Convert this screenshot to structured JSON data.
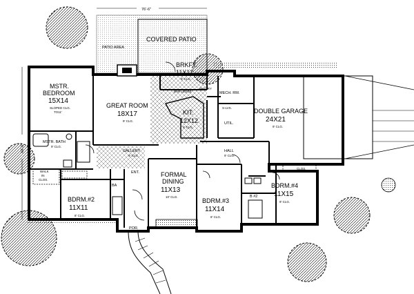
{
  "dimensions": {
    "width_label": "76'-6\"",
    "depth_label": "44'-0\""
  },
  "rooms": {
    "patio_area": "PATIO AREA",
    "covered_patio": "COVERED PATIO",
    "brkfst_name": "BRKFT.",
    "brkfst_size": "11X11",
    "brkfst_clg": "8' CLG.",
    "mstr_bed_name1": "MSTR.",
    "mstr_bed_name2": "BEDROOM",
    "mstr_bed_size": "15X14",
    "mstr_bed_clg1": "SLOPED CLG.",
    "mstr_bed_clg2": "TO11'",
    "great_room_name": "GREAT ROOM",
    "great_room_size": "18X17",
    "great_room_clg": "9' CLG.",
    "kit_name": "KIT.",
    "kit_size": "12X12",
    "kit_clg": "9' CLG.",
    "pantry": "PANTRY",
    "bar_ledge": "BAR LEDGE",
    "mech_rm": "MECH. RM.",
    "shlvs": "S-LVS.",
    "util": "UTIL.",
    "garage_name": "DOUBLE GARAGE",
    "garage_size": "24X21",
    "garage_clg": "9' CLG.",
    "mstr_bath_name": "MSTR. BATH",
    "mstr_bath_clg": "9' CLG.",
    "walkin_1": "WALK",
    "walkin_2": "IN",
    "walkin_clos": "CLOS.",
    "gallery_name": "GALLERY",
    "gallery_clg": "9' CLG.",
    "hall_name": "HALL",
    "hall_clg": "9' CLG.",
    "ent": "ENT.",
    "formal_name1": "FORMAL",
    "formal_name2": "DINING",
    "formal_size": "11X13",
    "formal_clg": "10' CLG.",
    "bdrm2_name": "BDRM.#2",
    "bdrm2_size": "11X11",
    "bdrm2_clg": "8' CLG.",
    "bdrm3_name": "BDRM.#3",
    "bdrm3_size": "11X14",
    "bdrm3_clg": "8' CLG.",
    "bdrm4_name": "BDRM.#4",
    "bdrm4_size": "11X15",
    "bdrm4_clg": "9' CLG.",
    "bath2": "B #2",
    "bath": "BA",
    "por": "POR.",
    "clos": "CLOS."
  }
}
